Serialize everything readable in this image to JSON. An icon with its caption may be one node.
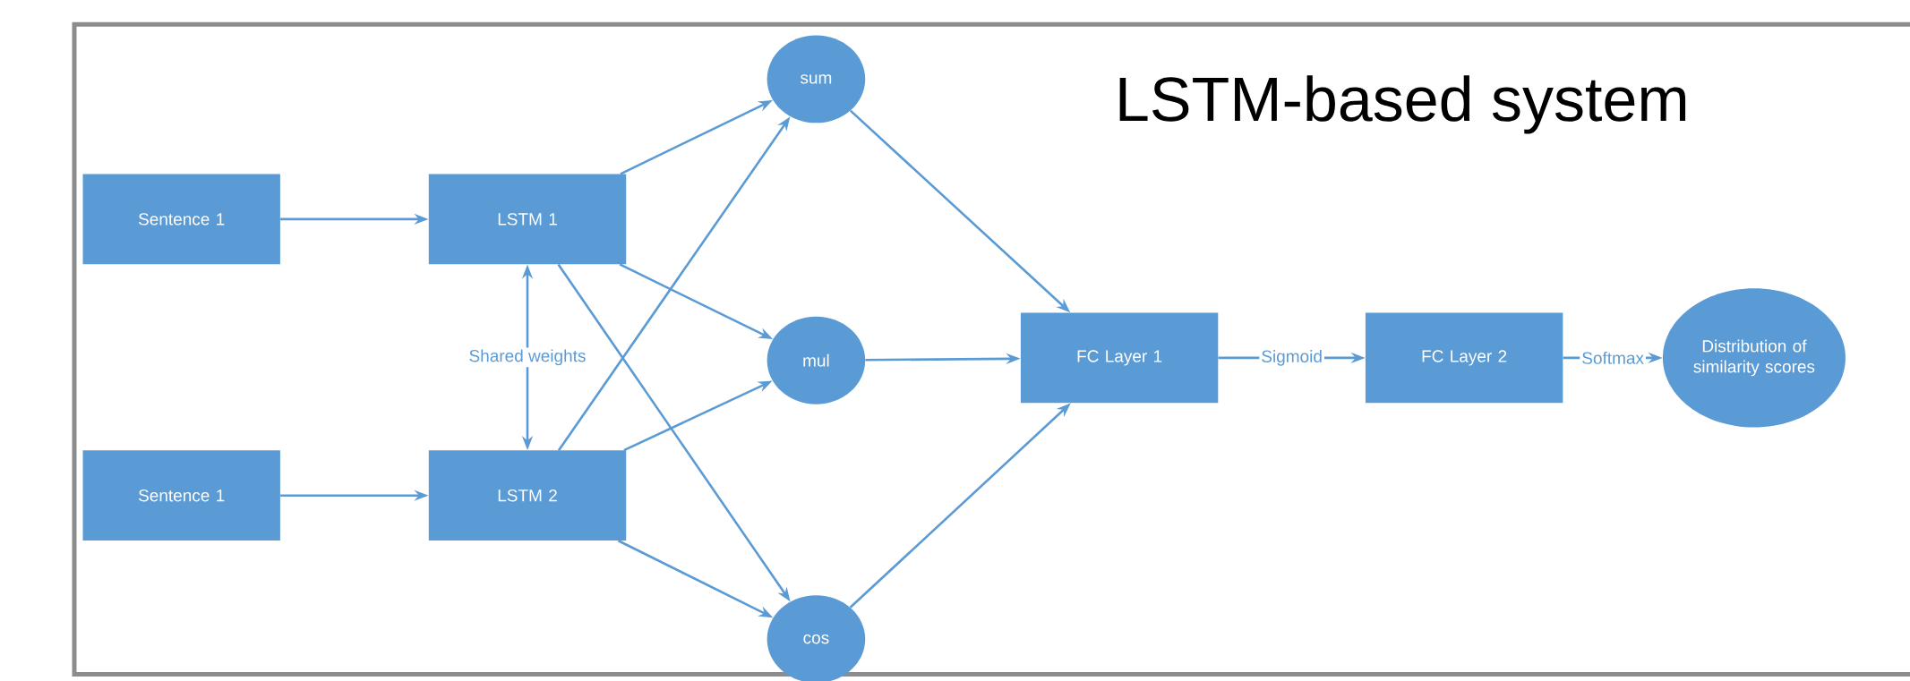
{
  "diagram": {
    "title": "LSTM-based system",
    "nodes": [
      {
        "text": [
          "Sentence 1"
        ]
      },
      {
        "text": [
          "Sentence 1"
        ]
      },
      {
        "text": [
          "LSTM 1"
        ]
      },
      {
        "text": [
          "LSTM 2"
        ]
      },
      {
        "text": [
          "sum"
        ]
      },
      {
        "text": [
          "mul"
        ]
      },
      {
        "text": [
          "cos"
        ]
      },
      {
        "text": [
          "FC Layer 1"
        ]
      },
      {
        "text": [
          "FC Layer 2"
        ]
      },
      {
        "text": [
          "Distribution of similarity scores"
        ]
      }
    ],
    "edges": [
      {
        "from": 0,
        "to": 2,
        "arrow": "to"
      },
      {
        "from": 1,
        "to": 3,
        "arrow": "to"
      },
      {
        "from": 2,
        "to": 3,
        "arrow": "both",
        "label": "Shared weights"
      },
      {
        "from": 2,
        "to": 4,
        "arrow": "to"
      },
      {
        "from": 2,
        "to": 5,
        "arrow": "to"
      },
      {
        "from": 2,
        "to": 6,
        "arrow": "to"
      },
      {
        "from": 3,
        "to": 4,
        "arrow": "to"
      },
      {
        "from": 3,
        "to": 5,
        "arrow": "to"
      },
      {
        "from": 3,
        "to": 6,
        "arrow": "to"
      },
      {
        "from": 4,
        "to": 7,
        "arrow": "to"
      },
      {
        "from": 5,
        "to": 7,
        "arrow": "to"
      },
      {
        "from": 6,
        "to": 7,
        "arrow": "to"
      },
      {
        "from": 7,
        "to": 8,
        "arrow": "to",
        "label": "Sigmoid"
      },
      {
        "from": 8,
        "to": 9,
        "arrow": "to",
        "label": "Softmax"
      }
    ]
  }
}
